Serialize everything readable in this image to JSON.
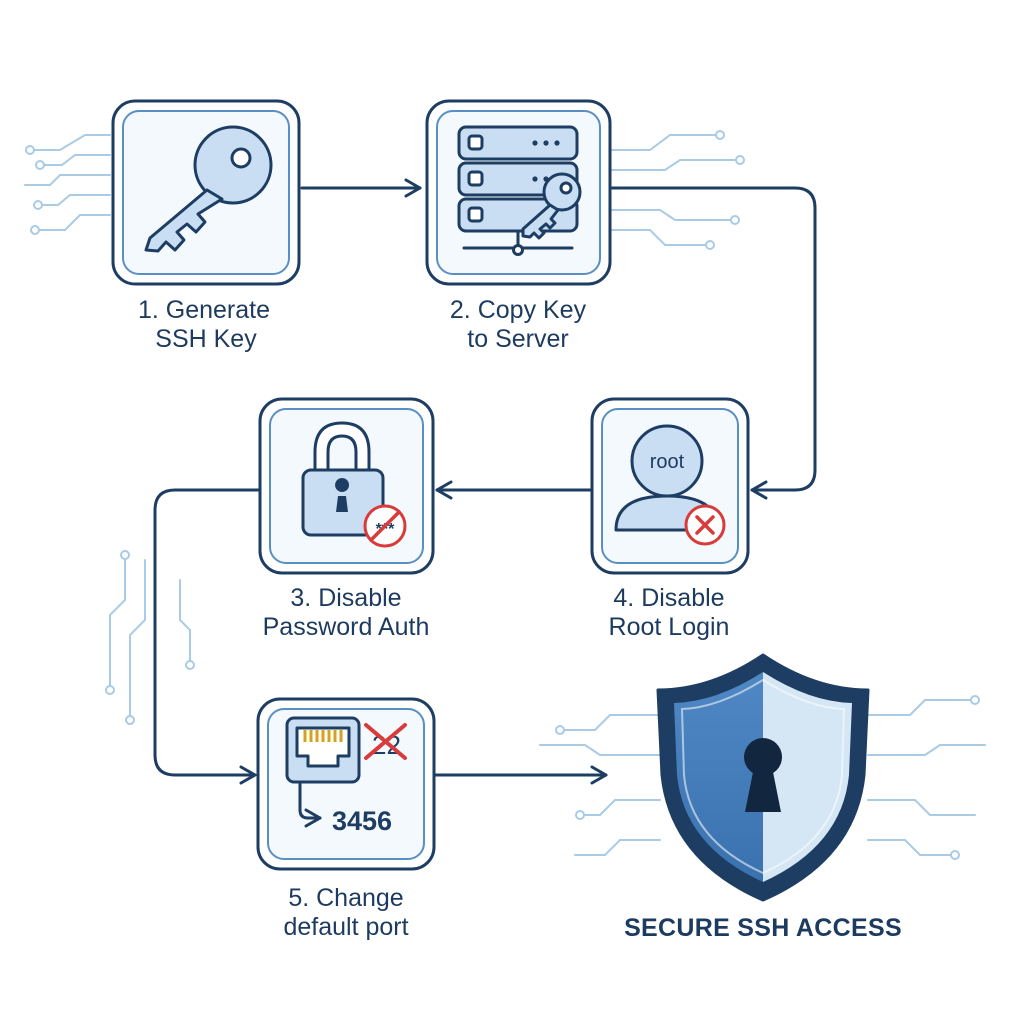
{
  "steps": [
    {
      "number": "1.",
      "line1": "1. Generate",
      "line2": "SSH Key",
      "icon": "key-icon"
    },
    {
      "number": "2.",
      "line1": "2. Copy Key",
      "line2": "to Server",
      "icon": "server-key-icon"
    },
    {
      "number": "3.",
      "line1": "3. Disable",
      "line2": "Password Auth",
      "icon": "padlock-icon"
    },
    {
      "number": "4.",
      "line1": "4. Disable",
      "line2": "Root Login",
      "icon": "root-user-icon"
    },
    {
      "number": "5.",
      "line1": "5. Change",
      "line2": "default port",
      "icon": "network-port-icon"
    }
  ],
  "icons": {
    "root_text": "root",
    "old_port": "22",
    "new_port": "3456",
    "password_mask": "***"
  },
  "result": {
    "label": "SECURE SSH ACCESS",
    "icon": "shield-keyhole-icon"
  },
  "colors": {
    "ink": "#1e3d63",
    "accent": "#5a8fc4",
    "fill_light": "#c9def2",
    "deny": "#d93a3a"
  }
}
